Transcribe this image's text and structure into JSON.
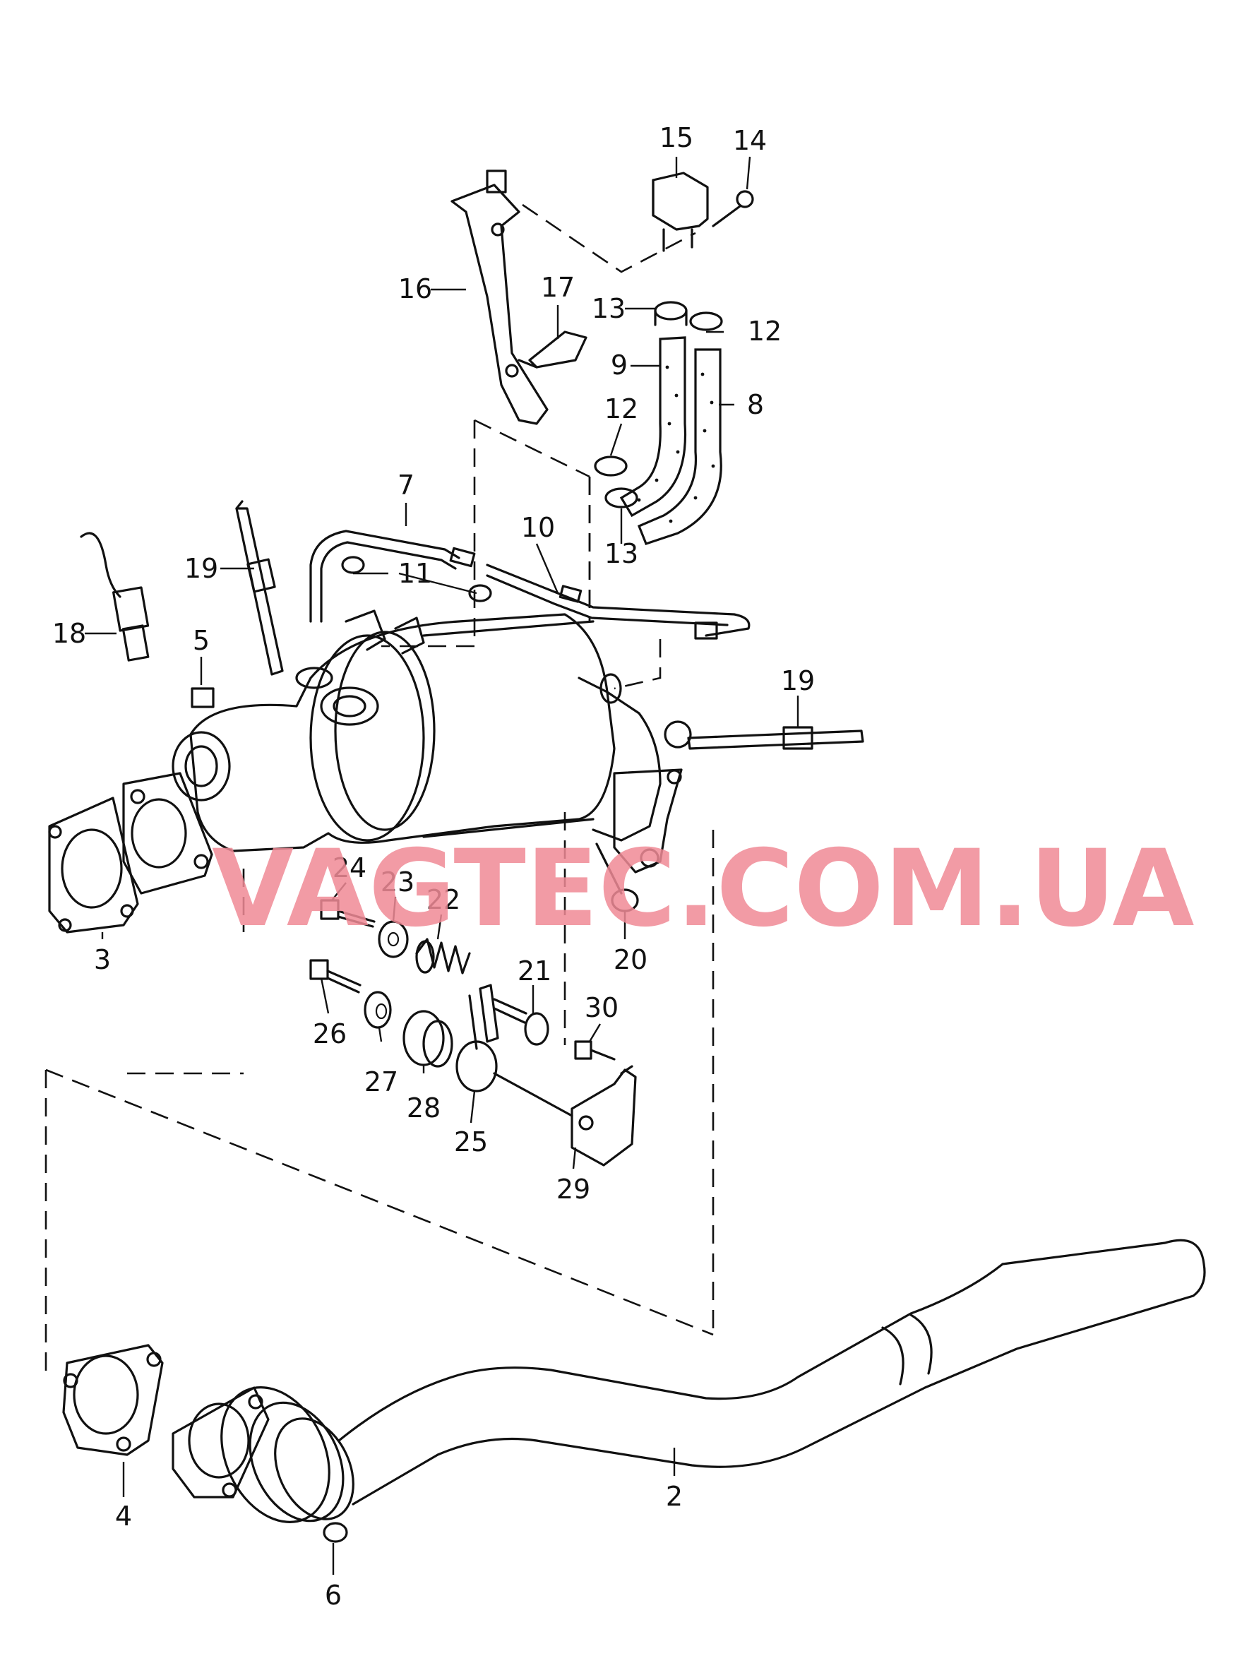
{
  "watermark": "VAGTEC.COM.UA",
  "callouts": [
    {
      "id": "c15",
      "text": "15"
    },
    {
      "id": "c14",
      "text": "14"
    },
    {
      "id": "c16",
      "text": "16"
    },
    {
      "id": "c17",
      "text": "17"
    },
    {
      "id": "c13a",
      "text": "13"
    },
    {
      "id": "c12a",
      "text": "12"
    },
    {
      "id": "c9",
      "text": "9"
    },
    {
      "id": "c8",
      "text": "8"
    },
    {
      "id": "c12b",
      "text": "12"
    },
    {
      "id": "c13b",
      "text": "13"
    },
    {
      "id": "c7",
      "text": "7"
    },
    {
      "id": "c10",
      "text": "10"
    },
    {
      "id": "c19a",
      "text": "19"
    },
    {
      "id": "c11",
      "text": "11"
    },
    {
      "id": "c18",
      "text": "18"
    },
    {
      "id": "c5",
      "text": "5"
    },
    {
      "id": "c19b",
      "text": "19"
    },
    {
      "id": "c3",
      "text": "3"
    },
    {
      "id": "c24",
      "text": "24"
    },
    {
      "id": "c23",
      "text": "23"
    },
    {
      "id": "c22",
      "text": "22"
    },
    {
      "id": "c20",
      "text": "20"
    },
    {
      "id": "c21",
      "text": "21"
    },
    {
      "id": "c30",
      "text": "30"
    },
    {
      "id": "c26",
      "text": "26"
    },
    {
      "id": "c27",
      "text": "27"
    },
    {
      "id": "c28",
      "text": "28"
    },
    {
      "id": "c25",
      "text": "25"
    },
    {
      "id": "c29",
      "text": "29"
    },
    {
      "id": "c2",
      "text": "2"
    },
    {
      "id": "c4",
      "text": "4"
    },
    {
      "id": "c6",
      "text": "6"
    }
  ]
}
